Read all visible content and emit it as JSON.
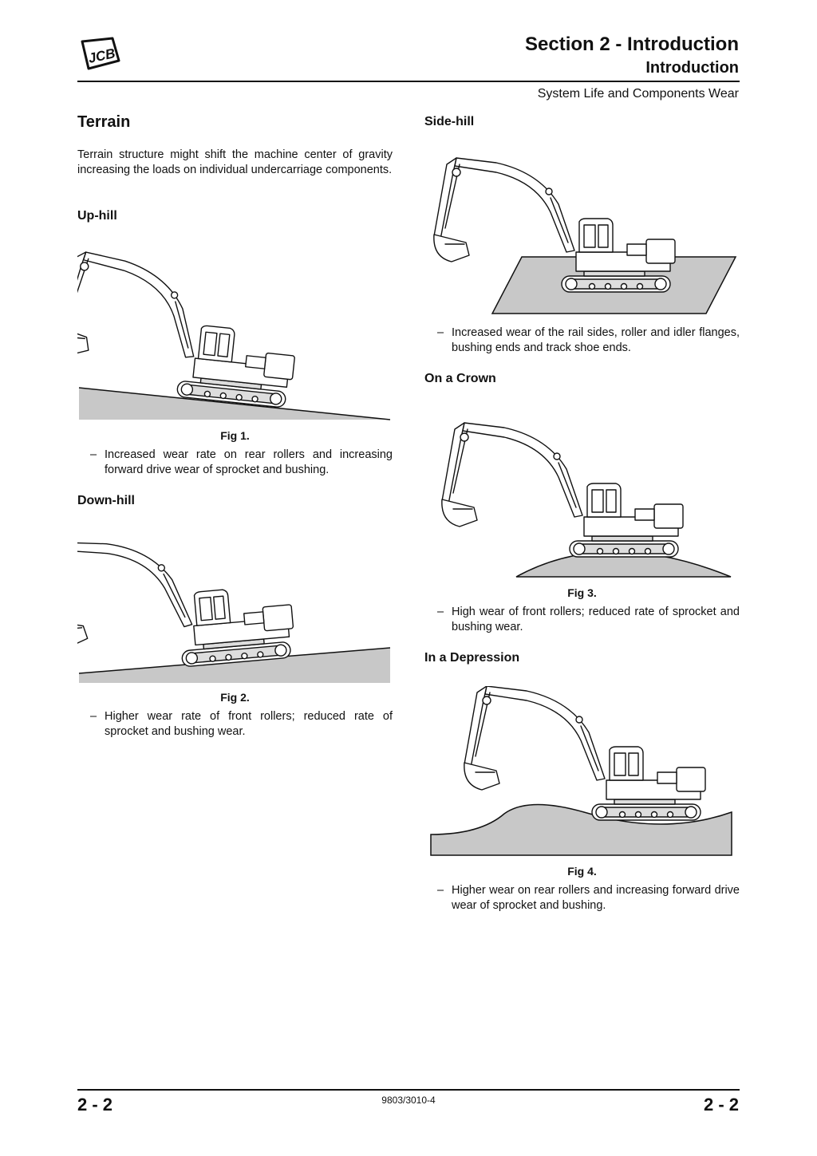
{
  "header": {
    "logo_text": "JCB",
    "section_title": "Section 2 - Introduction",
    "subsection": "Introduction",
    "topic": "System Life and Components Wear"
  },
  "left": {
    "heading": "Terrain",
    "intro": "Terrain structure might shift the machine center of gravity increasing the loads on individual undercarriage components.",
    "uphill": {
      "heading": "Up-hill",
      "caption": "Fig 1.",
      "bullet": "Increased wear rate on rear rollers and increasing forward drive wear of sprocket and bushing."
    },
    "downhill": {
      "heading": "Down-hill",
      "caption": "Fig 2.",
      "bullet": "Higher wear rate of front rollers; reduced rate of sprocket and bushing wear."
    }
  },
  "right": {
    "sidehill": {
      "heading": "Side-hill",
      "bullet": "Increased wear of the rail sides, roller and idler flanges, bushing ends and track shoe ends."
    },
    "crown": {
      "heading": "On a Crown",
      "caption": "Fig 3.",
      "bullet": "High wear of front rollers; reduced rate of sprocket and bushing wear."
    },
    "depression": {
      "heading": "In a Depression",
      "caption": "Fig 4.",
      "bullet": "Higher wear on rear rollers and increasing  forward drive wear of sprocket and bushing."
    }
  },
  "footer": {
    "page_left": "2 - 2",
    "doc_number": "9803/3010-4",
    "page_right": "2 - 2"
  },
  "colors": {
    "ground": "#c8c8c8",
    "ink": "#111111"
  }
}
